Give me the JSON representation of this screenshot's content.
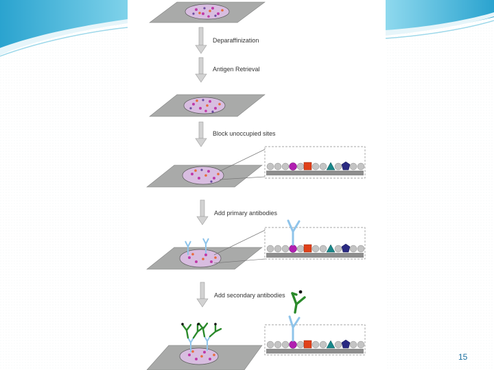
{
  "steps": [
    {
      "label": "Deparaffinization"
    },
    {
      "label": "Antigen Retrieval"
    },
    {
      "label": "Block unoccupied sites"
    },
    {
      "label": "Add primary antibodies"
    },
    {
      "label": "Add secondary antibodies"
    }
  ],
  "page_number": "15",
  "colors": {
    "header_teal": "#41b6d9",
    "header_light": "#c9ecf6",
    "slide_gray": "#a9aaa9",
    "arrow_gray": "#c8c8c8",
    "primary_antibody": "#8fc4ea",
    "secondary_antibody": "#2b8a2b",
    "antigen_magenta": "#b01fb0",
    "antigen_red": "#e0411a",
    "antigen_teal": "#18878a",
    "antigen_navy": "#2a2a82",
    "page_number": "#1a6fa0"
  }
}
